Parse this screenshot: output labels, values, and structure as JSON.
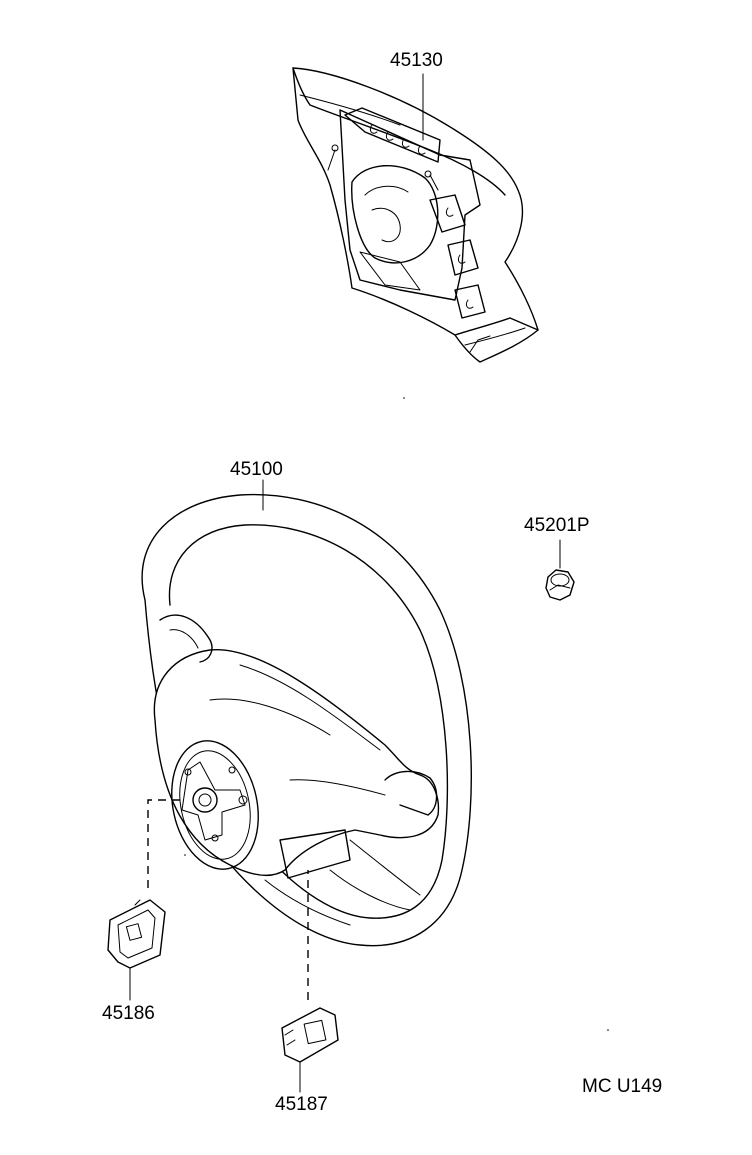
{
  "parts": {
    "airbag": {
      "label": "45130"
    },
    "wheel": {
      "label": "45100"
    },
    "nut": {
      "label": "45201P"
    },
    "cover_left": {
      "label": "45186"
    },
    "cover_right": {
      "label": "45187"
    }
  },
  "diagram_code": "MC U149"
}
